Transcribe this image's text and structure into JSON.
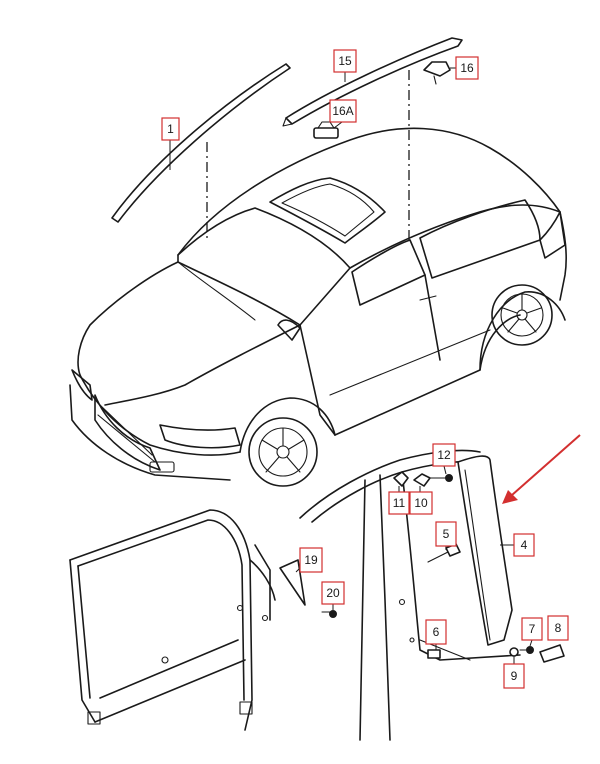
{
  "callouts": {
    "c1": "1",
    "c4": "4",
    "c5": "5",
    "c6": "6",
    "c7": "7",
    "c8": "8",
    "c9": "9",
    "c10": "10",
    "c11": "11",
    "c12": "12",
    "c15": "15",
    "c16": "16",
    "c16a": "16A",
    "c19": "19",
    "c20": "20"
  },
  "colors": {
    "callout_border": "#d32f2f",
    "indicator_arrow": "#d32f2f",
    "line_art": "#1a1a1a"
  }
}
